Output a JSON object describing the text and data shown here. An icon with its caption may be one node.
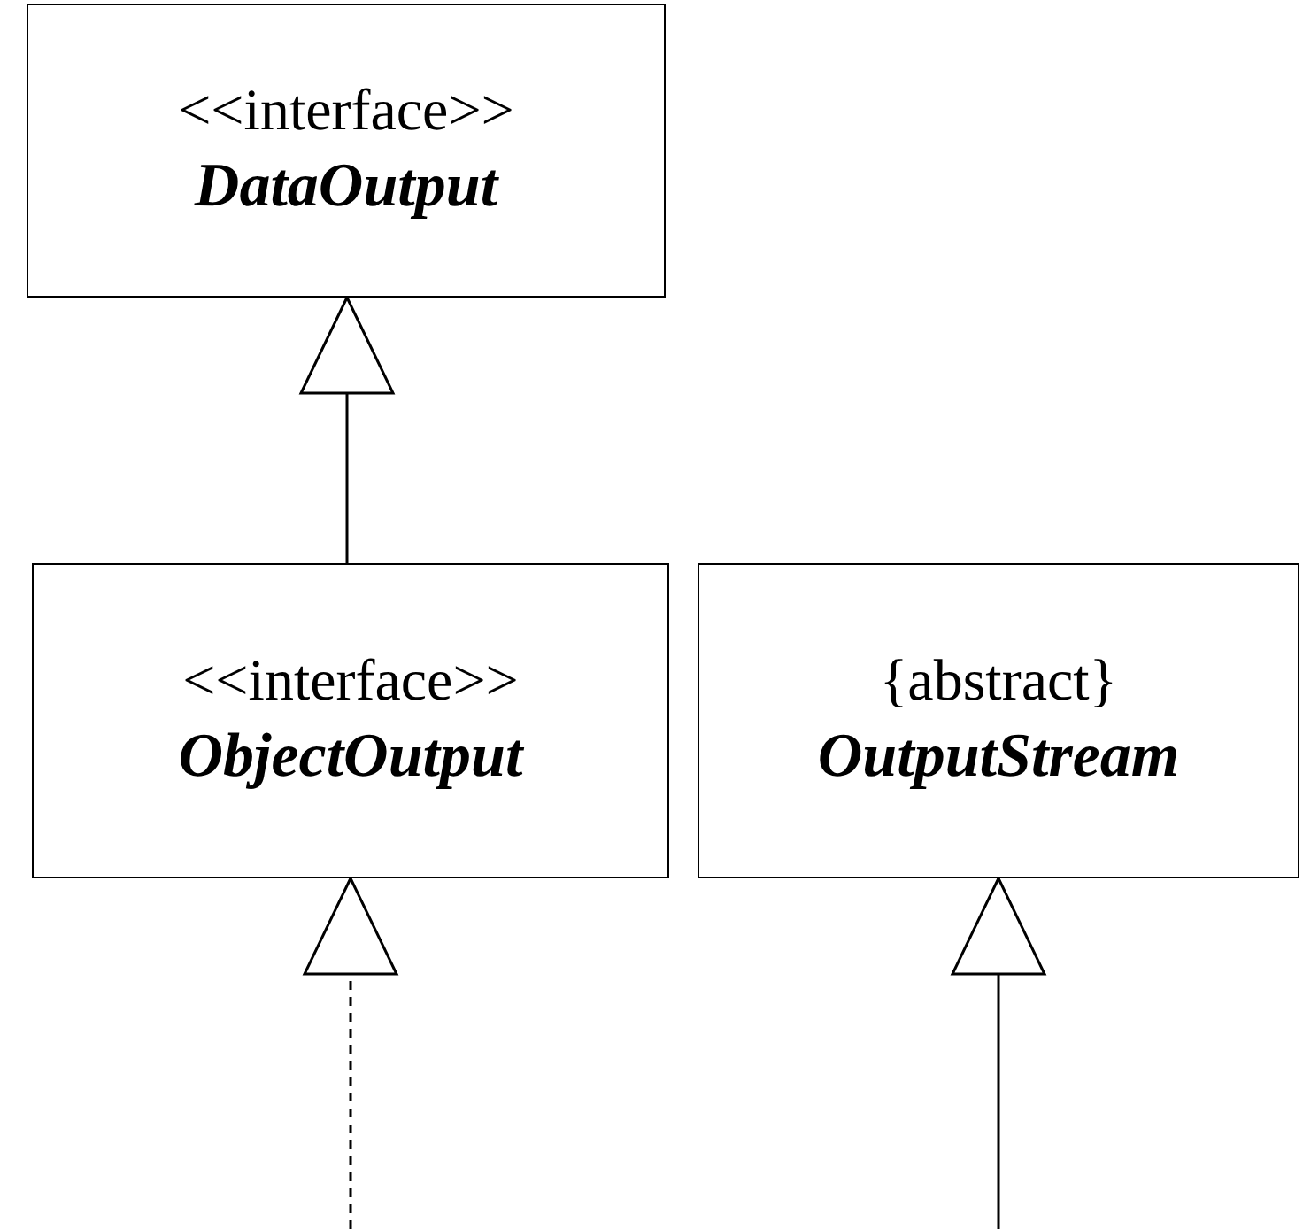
{
  "diagram": {
    "nodes": [
      {
        "text": [
          "<<interface>>",
          "DataOutput"
        ]
      },
      {
        "text": [
          "<<interface>>",
          "ObjectOutput"
        ]
      },
      {
        "text": [
          "{abstract}",
          "OutputStream"
        ]
      }
    ],
    "edges": [
      {
        "from": 1,
        "to": 0,
        "arrow": "to"
      },
      {
        "from": null,
        "to": 1,
        "arrow": "to",
        "style": "dashed"
      },
      {
        "from": null,
        "to": 2,
        "arrow": "to"
      }
    ]
  }
}
